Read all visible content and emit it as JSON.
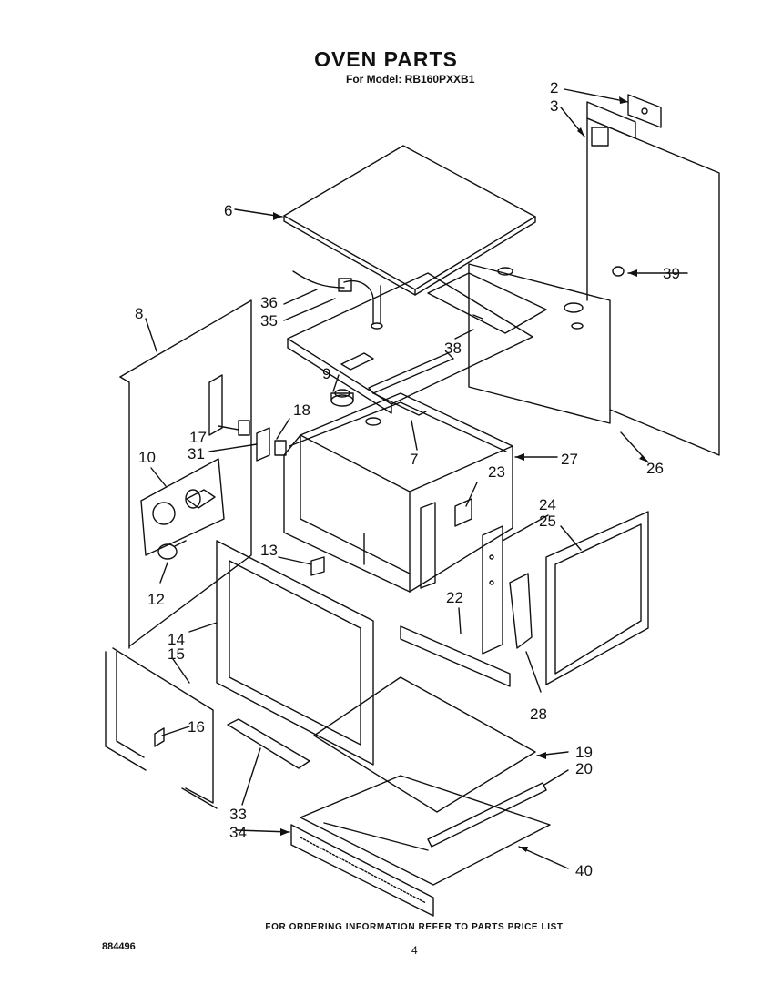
{
  "title": "OVEN PARTS",
  "subtitle": "For Model: RB160PXXB1",
  "footer_note": "FOR ORDERING INFORMATION REFER TO PARTS PRICE LIST",
  "doc_number": "884496",
  "page_number": "4",
  "callouts": {
    "c2": "2",
    "c3": "3",
    "c6": "6",
    "c7": "7",
    "c8": "8",
    "c9": "9",
    "c10": "10",
    "c12": "12",
    "c13": "13",
    "c14": "14",
    "c15": "15",
    "c16": "16",
    "c17": "17",
    "c18": "18",
    "c19": "19",
    "c20": "20",
    "c22": "22",
    "c23": "23",
    "c24": "24",
    "c25": "25",
    "c26": "26",
    "c27": "27",
    "c28": "28",
    "c31": "31",
    "c33": "33",
    "c34": "34",
    "c35": "35",
    "c36": "36",
    "c38": "38",
    "c39": "39",
    "c40": "40"
  }
}
